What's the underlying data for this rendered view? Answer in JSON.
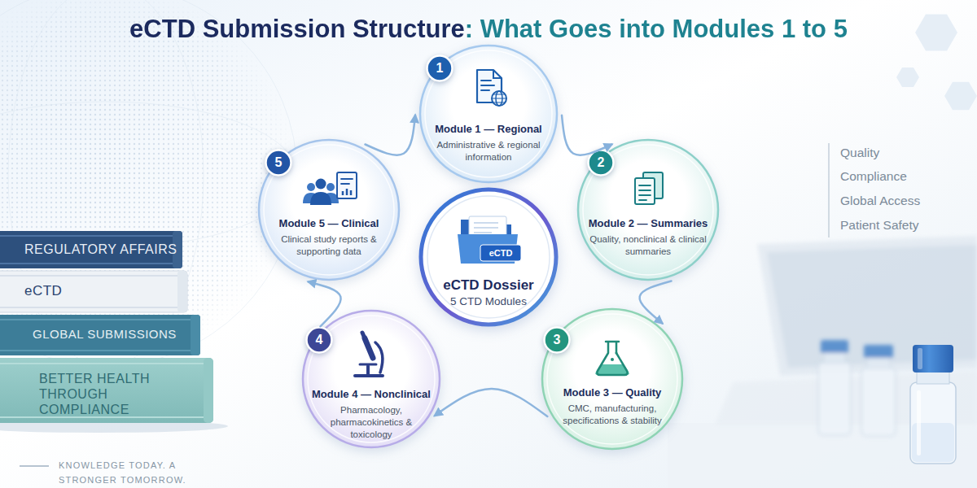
{
  "diagram": {
    "title": "eCTD Submission Structure: What Goes into Modules 1 to 5",
    "nodes": [
      {
        "text": [
          "Module 1 — Regional",
          "Administrative & regional information"
        ]
      },
      {
        "text": [
          "1"
        ],
        "in": 0
      },
      {
        "text": [
          "Module 2 — Summaries",
          "Quality, nonclinical & clinical summaries"
        ]
      },
      {
        "text": [
          "2"
        ],
        "in": 2
      },
      {
        "text": [
          "Module 3 — Quality",
          "CMC, manufacturing, specifications & stability"
        ]
      },
      {
        "text": [
          "3"
        ],
        "in": 4
      },
      {
        "text": [
          "Module 4 — Nonclinical",
          "Pharmacology, pharmacokinetics & toxicology"
        ]
      },
      {
        "text": [
          "4"
        ],
        "in": 6
      },
      {
        "text": [
          "Module 5 — Clinical",
          "Clinical study reports & supporting data"
        ]
      },
      {
        "text": [
          "5"
        ],
        "in": 8
      },
      {
        "text": [
          "eCTD",
          "eCTD Dossier",
          "5 CTD Modules"
        ]
      }
    ],
    "edges": [
      {
        "from": 0,
        "to": 2,
        "arrow": "to"
      },
      {
        "from": 2,
        "to": 4,
        "arrow": "to"
      },
      {
        "from": 4,
        "to": 6,
        "arrow": "to"
      },
      {
        "from": 6,
        "to": 8,
        "arrow": "to"
      },
      {
        "from": 8,
        "to": 0,
        "arrow": "to"
      }
    ],
    "labels": [
      "REGULATORY AFFAIRS",
      "eCTD",
      "GLOBAL SUBMISSIONS",
      "BETTER HEALTH THROUGH COMPLIANCE",
      "Quality",
      "Compliance",
      "Global Access",
      "Patient Safety",
      "KNOWLEDGE TODAY. A STRONGER TOMORROW."
    ]
  }
}
